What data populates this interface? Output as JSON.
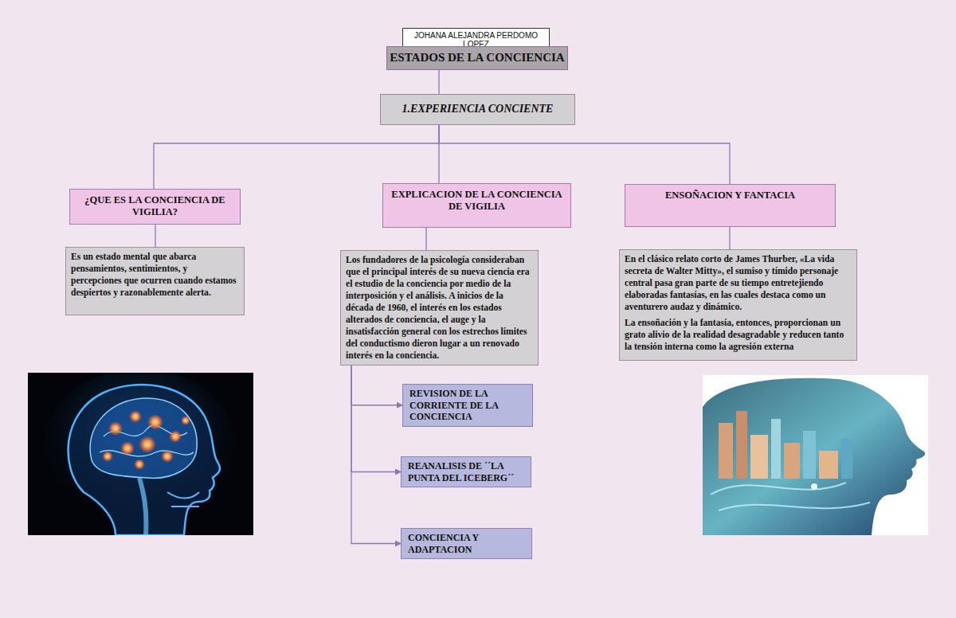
{
  "diagram": {
    "nodes": [
      {
        "text": [
          "JOHANA ALEJANDRA PERDOMO LOPEZ"
        ]
      },
      {
        "text": [
          "ESTADOS DE LA CONCIENCIA"
        ]
      },
      {
        "text": [
          "1.EXPERIENCIA CONCIENTE"
        ]
      },
      {
        "text": [
          "¿QUE ES LA CONCIENCIA DE VIGILIA?"
        ]
      },
      {
        "text": [
          "EXPLICACION DE LA CONCIENCIA DE VIGILIA"
        ]
      },
      {
        "text": [
          "ENSOÑACION Y FANTACIA"
        ]
      },
      {
        "text": [
          "Es un estado mental que abarca pensamientos, sentimientos, y percepciones que ocurren cuando estamos despiertos y razonablemente alerta."
        ]
      },
      {
        "text": [
          "Los fundadores de la psicología consideraban que el principal interés de su nueva ciencia era el estudio de la conciencia por medio de la interposición y el análisis. A inicios de la década de 1960, el interés en los estados alterados de conciencia, el auge y la insatisfacción general con los estrechos límites del conductismo dieron lugar a un renovado interés en la conciencia."
        ]
      },
      {
        "text": [
          "En el clásico relato corto de James Thurber, «La vida secreta de Walter Mitty», el sumiso y tímido personaje central pasa gran parte de su tiempo entretejiendo elaboradas fantasías, en las cuales destaca como un aventurero audaz y dinámico.",
          "La ensoñación y la fantasía, entonces, proporcionan un grato alivio de la realidad desagradable y reducen tanto la tensión interna como la agresión externa"
        ]
      },
      {
        "text": [
          "REVISION DE LA CORRIENTE DE LA CONCIENCIA"
        ]
      },
      {
        "text": [
          "REANALISIS DE ´´LA PUNTA DEL ICEBERG´´"
        ]
      },
      {
        "text": [
          "CONCIENCIA Y ADAPTACION"
        ]
      }
    ],
    "edges": [
      {
        "from": 1,
        "to": 2,
        "arrow": "none"
      },
      {
        "from": 2,
        "to": 3,
        "arrow": "none"
      },
      {
        "from": 2,
        "to": 4,
        "arrow": "none"
      },
      {
        "from": 2,
        "to": 5,
        "arrow": "none"
      },
      {
        "from": 3,
        "to": 6,
        "arrow": "none"
      },
      {
        "from": 4,
        "to": 7,
        "arrow": "none"
      },
      {
        "from": 5,
        "to": 8,
        "arrow": "none"
      },
      {
        "from": 7,
        "to": 9,
        "arrow": "to"
      },
      {
        "from": 7,
        "to": 10,
        "arrow": "to"
      },
      {
        "from": 7,
        "to": 11,
        "arrow": "to"
      }
    ]
  }
}
